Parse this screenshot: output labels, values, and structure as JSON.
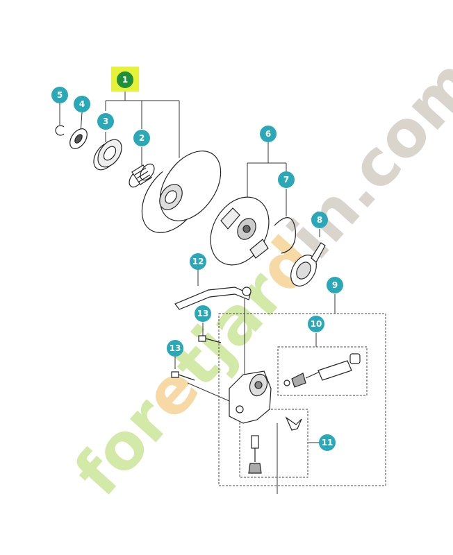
{
  "colors": {
    "badge": "#2aa8b7",
    "badge_highlight": "#1e8f3a",
    "highlight_box": "#e6f23a",
    "line": "#333333",
    "watermark_green": "#d3e9a8",
    "watermark_orange": "#f7d9a6",
    "watermark_grey": "#d9d4cc"
  },
  "callouts": [
    {
      "id": "c1",
      "label": "1",
      "highlight": true
    },
    {
      "id": "c2",
      "label": "2"
    },
    {
      "id": "c3",
      "label": "3"
    },
    {
      "id": "c4",
      "label": "4"
    },
    {
      "id": "c5",
      "label": "5"
    },
    {
      "id": "c6",
      "label": "6"
    },
    {
      "id": "c7",
      "label": "7"
    },
    {
      "id": "c8",
      "label": "8"
    },
    {
      "id": "c9",
      "label": "9"
    },
    {
      "id": "c10",
      "label": "10"
    },
    {
      "id": "c11",
      "label": "11"
    },
    {
      "id": "c12",
      "label": "12"
    },
    {
      "id": "c13a",
      "label": "13"
    },
    {
      "id": "c13b",
      "label": "13"
    }
  ],
  "watermark": {
    "part1": "for",
    "part2": "e",
    "part3": "tjar",
    "part4": "d",
    "part5": "in.com"
  }
}
